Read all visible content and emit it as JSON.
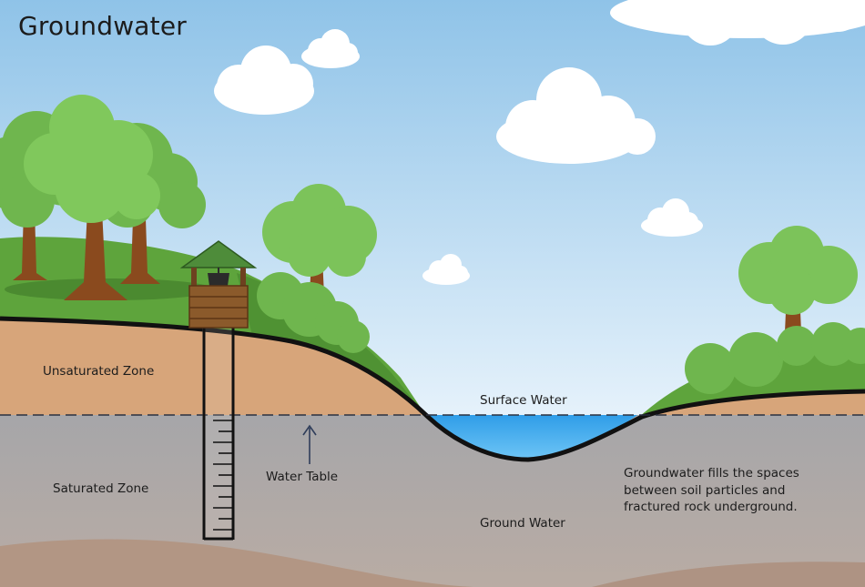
{
  "title": "Groundwater",
  "labels": {
    "unsaturated_zone": "Unsaturated Zone",
    "saturated_zone": "Saturated Zone",
    "surface_water": "Surface Water",
    "water_table": "Water Table",
    "ground_water": "Ground Water"
  },
  "description": [
    "Groundwater fills the spaces",
    "between soil particles and",
    "fractured rock underground."
  ],
  "colors": {
    "sky_top": "#8fc3e8",
    "sky_bottom": "#e6f2fb",
    "grass": "#5aa03a",
    "soil": "#d7a57a",
    "saturated": "#a9a9ab",
    "bedrock": "#b39888",
    "water": "#43a9ec",
    "foliage": "#7cc35a",
    "trunk": "#8a4a1e"
  }
}
